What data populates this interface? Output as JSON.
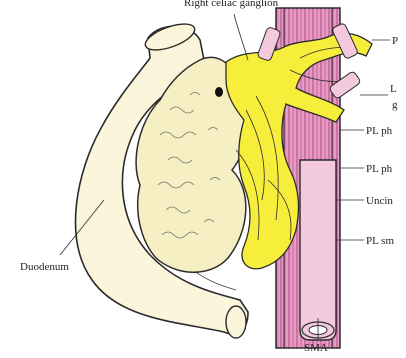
{
  "labels": {
    "top": "Right celiac ganglion",
    "right1": "P",
    "right2a": "L",
    "right2b": "g",
    "right3": "PL ph",
    "right4": "PL ph",
    "right5": "Uncin",
    "right6": "PL sm",
    "left1": "Duodenum",
    "bottom1": "SMA"
  },
  "colors": {
    "duodenum_fill": "#fbf5dc",
    "pancreas_fill": "#f6efc4",
    "plexus_fill": "#f6ee3a",
    "vessel_fill": "#e79ac2",
    "vessel_edge": "#b04a85",
    "outline": "#2b2b2b"
  }
}
